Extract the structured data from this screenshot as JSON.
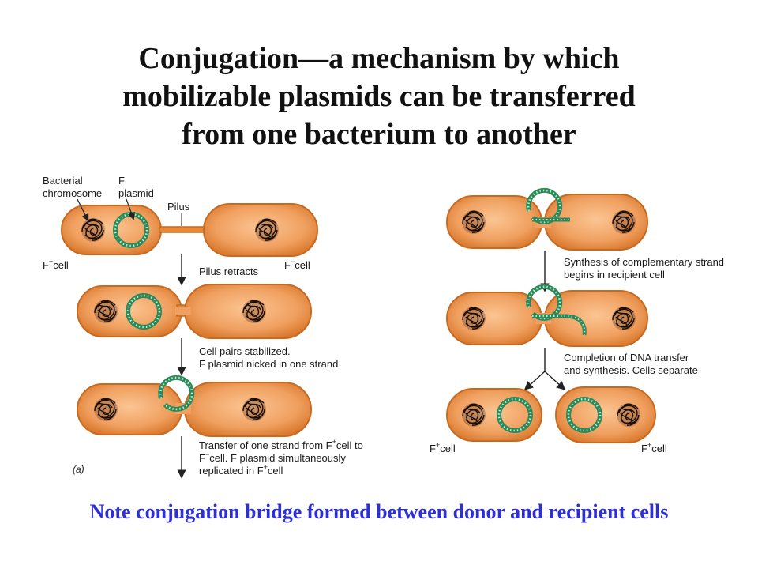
{
  "title_lines": [
    "Conjugation—a mechanism by which",
    "mobilizable plasmids can be transferred",
    "from one bacterium to another"
  ],
  "labels": {
    "bacterial_chromosome": [
      "Bacterial",
      "chromosome"
    ],
    "f_plasmid": [
      "F",
      "plasmid"
    ],
    "pilus": "Pilus",
    "f_plus_cell_prefix": "F",
    "f_plus_sup": "+",
    "f_minus_sup": "−",
    "cell_suffix": "cell",
    "pilus_retracts": "Pilus retracts",
    "step2": [
      "Cell pairs stabilized.",
      "F plasmid nicked in one strand"
    ],
    "step3": [
      "Transfer of one strand from F",
      "+",
      "cell to",
      "F",
      "−",
      "cell. F plasmid simultaneously",
      "replicated in F",
      "+",
      "cell"
    ],
    "step4": [
      "Synthesis of complementary strand",
      "begins in recipient cell"
    ],
    "step5": [
      "Completion of DNA transfer",
      "and synthesis. Cells separate"
    ],
    "panel": "(a)"
  },
  "note": "Note conjugation bridge formed between donor and recipient cells",
  "colors": {
    "cell_fill": "#e8893a",
    "cell_inner": "#f7b27a",
    "cell_outline": "#c66a22",
    "plasmid": "#2c8a5a",
    "note": "#2d2fd8"
  }
}
